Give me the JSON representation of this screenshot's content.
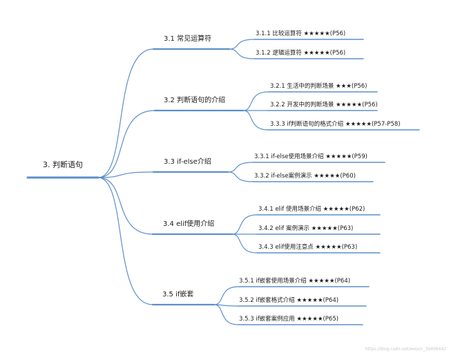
{
  "root": {
    "label": "3. 判断语句"
  },
  "branches": [
    {
      "label": "3.1 常见运算符",
      "children": [
        "3.1.1 比较运算符 ★★★★★(P56)",
        "3.1.2 逻辑运算符 ★★★★★(P56)"
      ]
    },
    {
      "label": "3.2 判断语句的介绍",
      "children": [
        "3.2.1 生活中的判断场景 ★★★(P56)",
        "3.2.2 开发中的判断场景 ★★★★★(P56)",
        "3.3.3 if判断语句的格式介绍 ★★★★★(P57-P58)"
      ]
    },
    {
      "label": "3.3 if-else介绍",
      "children": [
        "3.3.1 if-else使用场景介绍 ★★★★★(P59)",
        "3.3.2 if-else案例演示 ★★★★★(P60)"
      ]
    },
    {
      "label": "3.4 elif使用介绍",
      "children": [
        "3.4.1 elif 使用场景介绍 ★★★★★(P62)",
        "3.4.2 elif 案例演示 ★★★★★(P63)",
        "3.4.3 elif使用注意点 ★★★★★(P63)"
      ]
    },
    {
      "label": "3.5 if嵌套",
      "children": [
        "3.5.1 if嵌套使用场景介绍 ★★★★★(P64)",
        "3.5.2 if嵌套格式介绍 ★★★★★(P64)",
        "3.5.3 if嵌套案例应用 ★★★★★(P65)"
      ]
    }
  ],
  "watermark": "https://blog.csdn.net/weixin_39496442",
  "colors": {
    "line": "#5b8fc9",
    "text": "#1a1a1a"
  }
}
